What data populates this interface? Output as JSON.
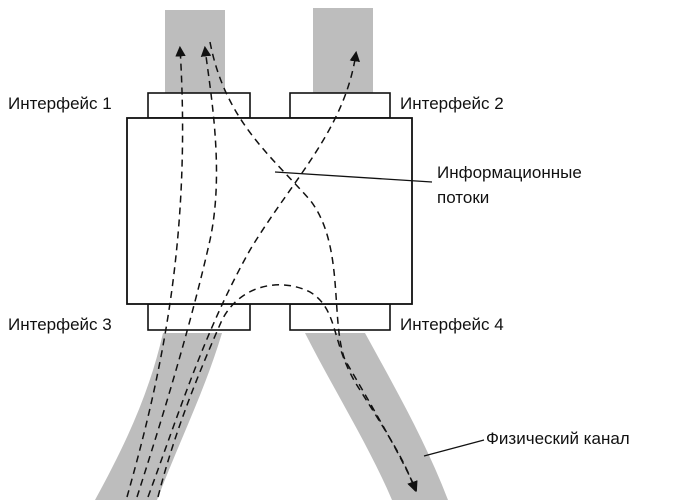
{
  "labels": {
    "interface_1": "Интерфейс 1",
    "interface_2": "Интерфейс 2",
    "interface_3": "Интерфейс 3",
    "interface_4": "Интерфейс 4",
    "info_flows_line1": "Информационные",
    "info_flows_line2": "потоки",
    "physical_channel": "Физический канал"
  },
  "colors": {
    "channel": "#bdbdbd",
    "stroke": "#111111",
    "background": "#ffffff"
  }
}
